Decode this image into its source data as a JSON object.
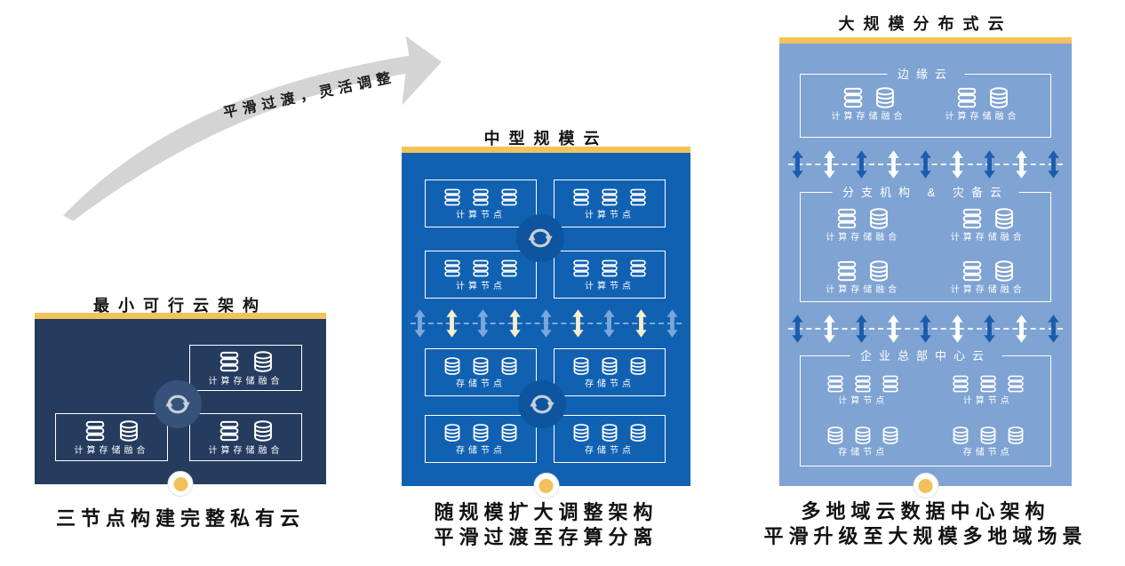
{
  "transition_arrow": {
    "label": "平滑过渡，灵活调整"
  },
  "labels": {
    "hci_node": "计算存储融合",
    "compute_node": "计算节点",
    "storage_node": "存储节点"
  },
  "panels": {
    "small": {
      "title": "最小可行云架构",
      "caption_lines": [
        "三节点构建完整私有云"
      ]
    },
    "medium": {
      "title": "中型规模云",
      "caption_lines": [
        "随规模扩大调整架构",
        "平滑过渡至存算分离"
      ]
    },
    "large": {
      "title": "大规模分布式云",
      "caption_lines": [
        "多地域云数据中心架构",
        "平滑升级至大规模多地域场景"
      ],
      "sections": [
        {
          "title": "边缘云"
        },
        {
          "title": "分支机构 & 灾备云"
        },
        {
          "title": "企业总部中心云"
        }
      ]
    }
  },
  "colors": {
    "accent_yellow": "#F3C258",
    "panel_small_bg": "#263C5F",
    "panel_medium_bg": "#1161B2",
    "panel_large_bg": "#7FA3D2",
    "arrow_light_blue": "#7BA7DB",
    "arrow_cream": "#F6EFCD",
    "arrow_dark_blue": "#1A5CAD",
    "arrow_white": "#FFFFFF",
    "swoosh_gray": "#D4D4D4"
  }
}
